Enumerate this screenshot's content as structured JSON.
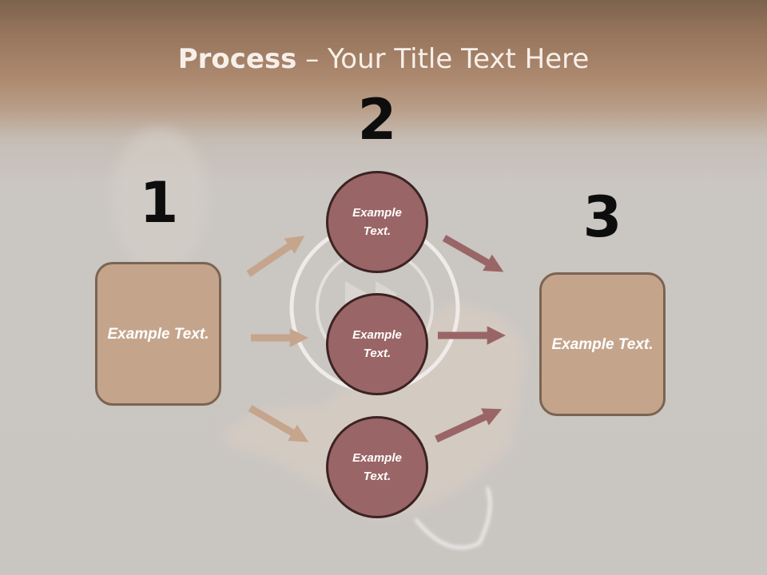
{
  "title": {
    "bold_part": "Process",
    "rest_part": " – Your Title Text Here"
  },
  "steps": [
    {
      "number": "1"
    },
    {
      "number": "2"
    },
    {
      "number": "3"
    }
  ],
  "left_box": {
    "text": "Example Text."
  },
  "right_box": {
    "text": "Example Text."
  },
  "circles": [
    {
      "text": "Example Text."
    },
    {
      "text": "Example Text."
    },
    {
      "text": "Example Text."
    }
  ],
  "colors": {
    "box_fill": "#c4a58c",
    "circle_fill": "#9a6566",
    "left_arrows": "#c6a58d",
    "right_arrows": "#9a6566"
  }
}
